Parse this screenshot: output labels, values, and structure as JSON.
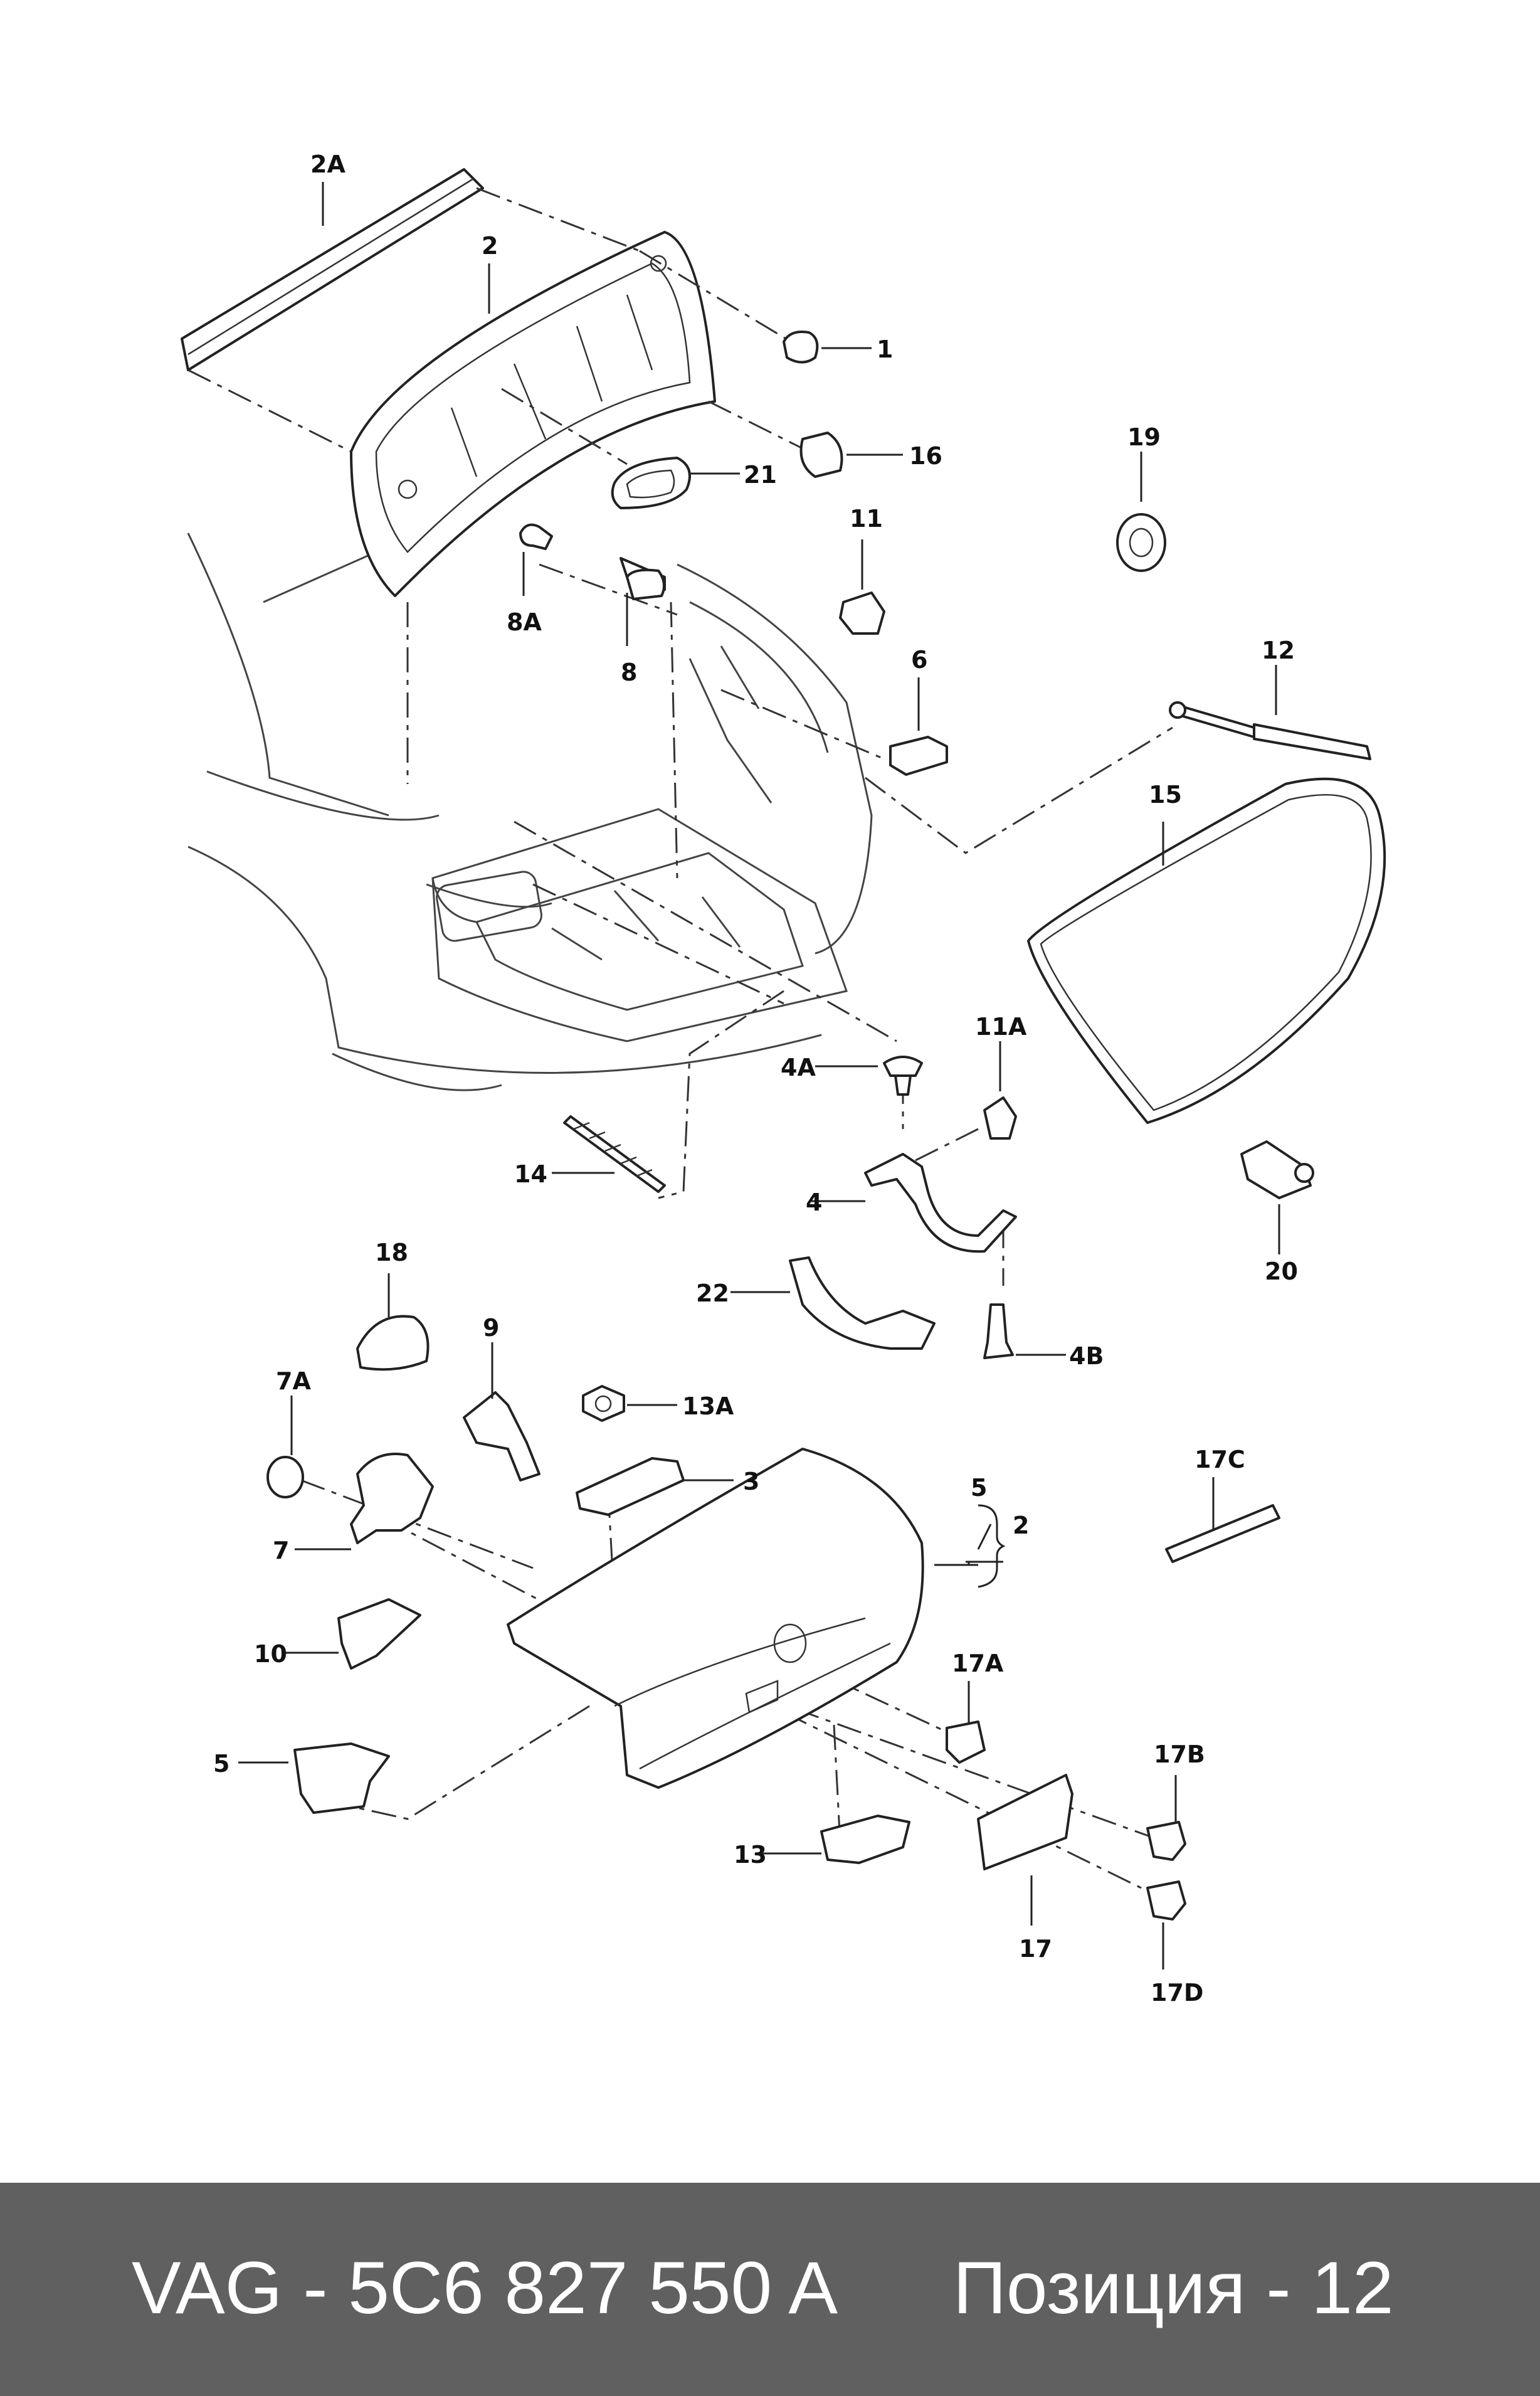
{
  "callouts": {
    "c1": "1",
    "c2": "2",
    "c2a": "2A",
    "c2b": "2",
    "c3": "3",
    "c4": "4",
    "c4a": "4A",
    "c4b": "4B",
    "c5": "5",
    "c5b": "5",
    "c6": "6",
    "c7": "7",
    "c7a": "7A",
    "c8": "8",
    "c8a": "8A",
    "c9": "9",
    "c10": "10",
    "c11": "11",
    "c11a": "11A",
    "c12": "12",
    "c13": "13",
    "c13a": "13A",
    "c14": "14",
    "c15": "15",
    "c16": "16",
    "c17": "17",
    "c17a": "17A",
    "c17b": "17B",
    "c17c": "17C",
    "c17d": "17D",
    "c18": "18",
    "c19": "19",
    "c20": "20",
    "c21": "21",
    "c22": "22"
  },
  "footer": {
    "part_number": "VAG - 5C6 827 550 A",
    "position": "Позиция - 12"
  },
  "colors": {
    "footer_bg": "#606060",
    "footer_text": "#ffffff",
    "line": "#222222"
  }
}
